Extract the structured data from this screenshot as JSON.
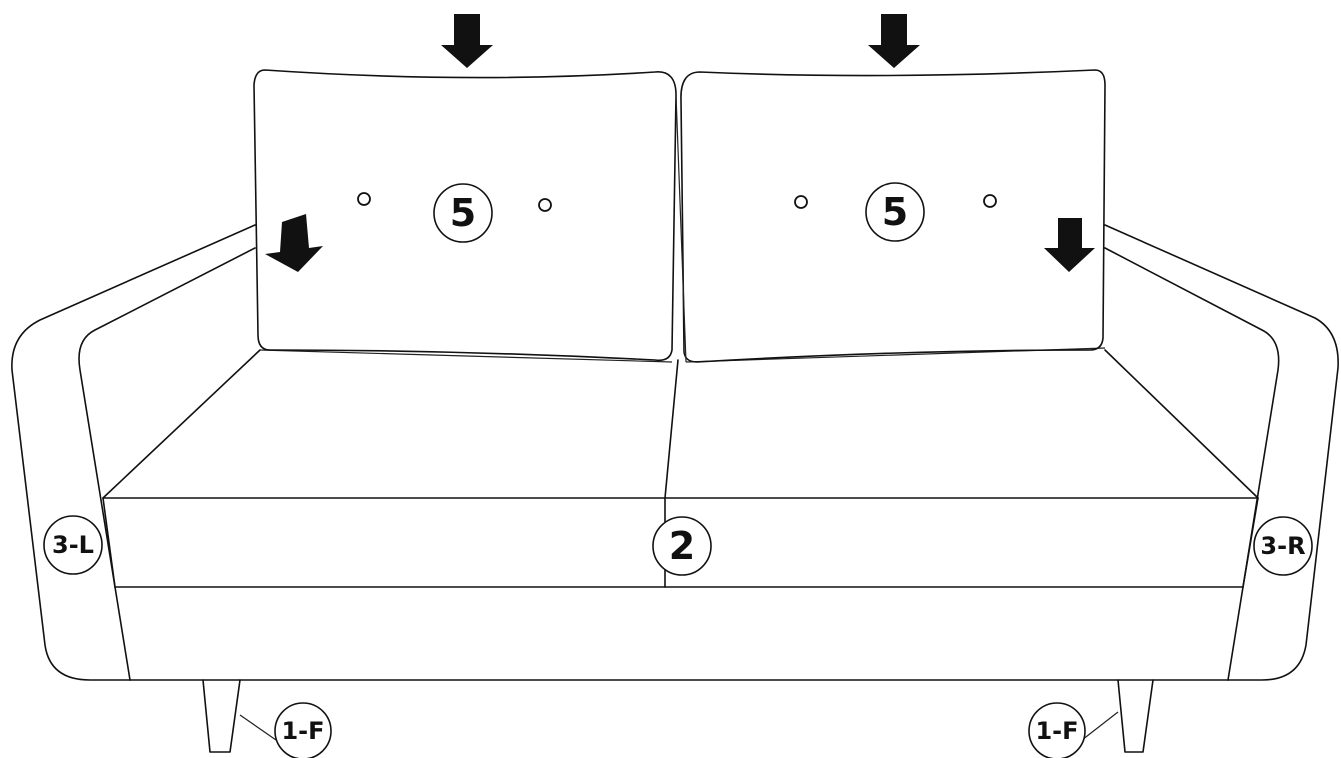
{
  "diagram": {
    "line_color": "#111111",
    "background": "#ffffff",
    "callouts": {
      "back_cushion_left": "5",
      "back_cushion_right": "5",
      "seat": "2",
      "arm_left": "3-L",
      "arm_right": "3-R",
      "leg_left": "1-F",
      "leg_right": "1-F"
    },
    "arrows": [
      "arrow-down-icon",
      "arrow-down-icon",
      "arrow-down-icon",
      "arrow-down-icon"
    ]
  }
}
